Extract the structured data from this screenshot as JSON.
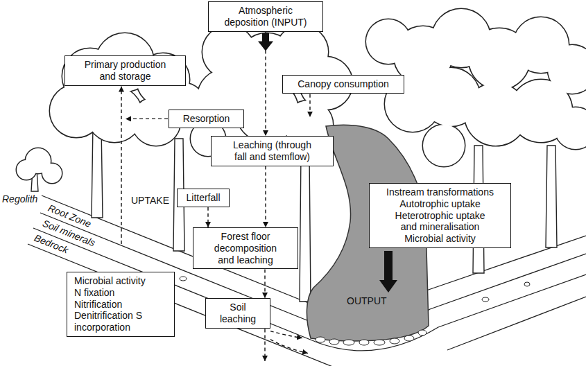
{
  "diagram": {
    "nodes": [
      {
        "text": [
          "Atmospheric deposition (INPUT)"
        ]
      },
      {
        "text": [
          "Primary production and storage"
        ]
      },
      {
        "text": [
          "Canopy consumption"
        ]
      },
      {
        "text": [
          "Resorption"
        ]
      },
      {
        "text": [
          "Leaching (through fall and stemflow)"
        ]
      },
      {
        "text": [
          "Litterfall"
        ]
      },
      {
        "text": [
          "Forest floor decomposition and leaching"
        ]
      },
      {
        "text": [
          "Instream transformations",
          "Autotrophic uptake Heterotrophic uptake and mineralisation Microbial activity"
        ]
      },
      {
        "text": [
          "Microbial activity N fixation Nitrification Denitrification S incorporation"
        ]
      },
      {
        "text": [
          "Soil leaching"
        ]
      }
    ],
    "edges": [
      {
        "from": 0,
        "to": 4,
        "arrow": "to"
      },
      {
        "from": 4,
        "to": 6,
        "arrow": "to"
      },
      {
        "from": 5,
        "to": 6,
        "arrow": "to"
      },
      {
        "from": 6,
        "to": 9,
        "arrow": "to"
      }
    ],
    "labels": [
      "Regolith",
      "Root Zone",
      "Soil minerals",
      "Bedrock",
      "UPTAKE",
      "OUTPUT"
    ]
  }
}
